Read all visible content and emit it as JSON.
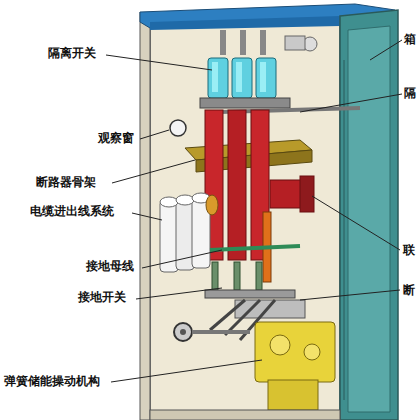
{
  "diagram": {
    "labels": [
      "隔离开关",
      "观察窗",
      "断路器骨架",
      "电缆进出线系统",
      "接地母线",
      "接地开关",
      "弹簧储能操动机构",
      "箱",
      "隔",
      "联",
      "断"
    ]
  }
}
